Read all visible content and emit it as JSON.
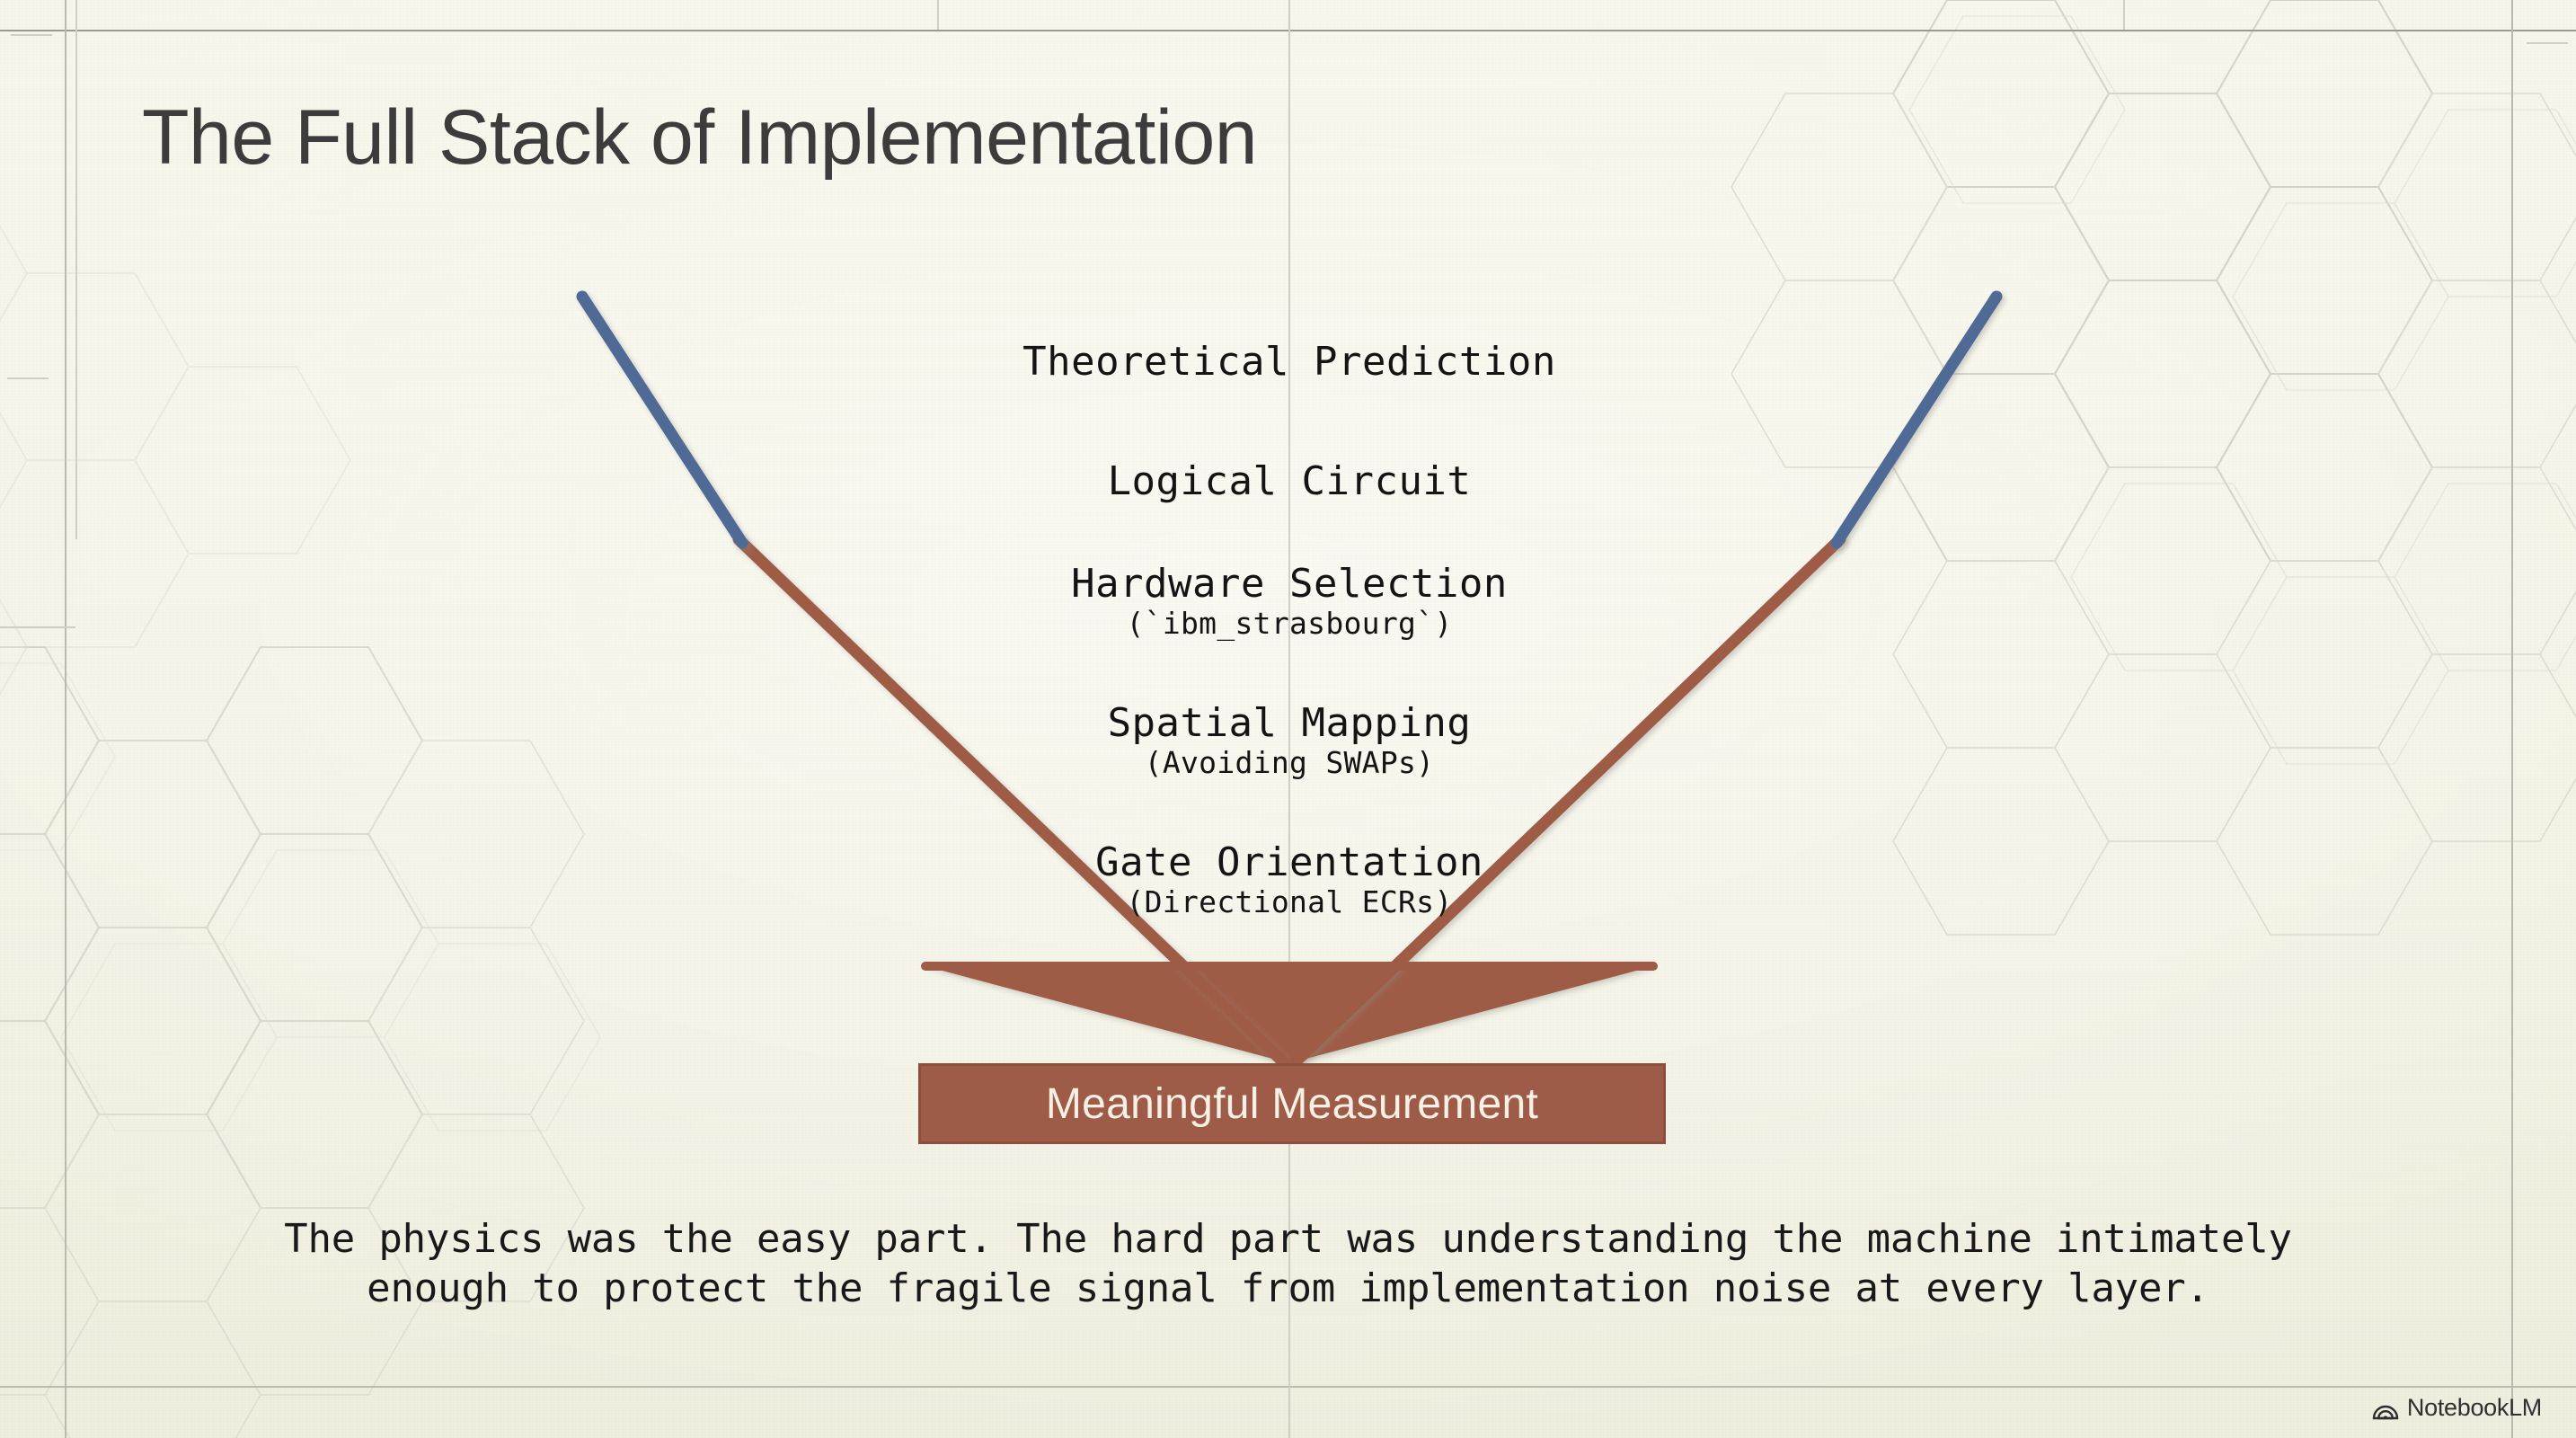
{
  "slide": {
    "title": "The Full Stack of Implementation",
    "background_color": "#f4f3e6"
  },
  "funnel": {
    "blue": "#4f6a94",
    "brown": "#9e5b47",
    "layers": [
      {
        "id": "theoretical-prediction",
        "label": "Theoretical Prediction",
        "sublabel": "",
        "color_group": "blue"
      },
      {
        "id": "logical-circuit",
        "label": "Logical Circuit",
        "sublabel": "",
        "color_group": "blue"
      },
      {
        "id": "hardware-selection",
        "label": "Hardware Selection",
        "sublabel": "(`ibm_strasbourg`)",
        "color_group": "brown"
      },
      {
        "id": "spatial-mapping",
        "label": "Spatial Mapping",
        "sublabel": "(Avoiding SWAPs)",
        "color_group": "brown"
      },
      {
        "id": "gate-orientation",
        "label": "Gate Orientation",
        "sublabel": "(Directional ECRs)",
        "color_group": "brown"
      }
    ]
  },
  "outcome": {
    "label": "Meaningful Measurement",
    "fill": "#9e5b47",
    "text_color": "#f6f1e4"
  },
  "caption": {
    "line1": "The physics was the easy part. The hard part was understanding the machine intimately",
    "line2": "enough to protect the fragile signal from implementation noise at every layer."
  },
  "brand": {
    "name": "NotebookLM",
    "icon": "notebooklm-spiral-icon"
  }
}
